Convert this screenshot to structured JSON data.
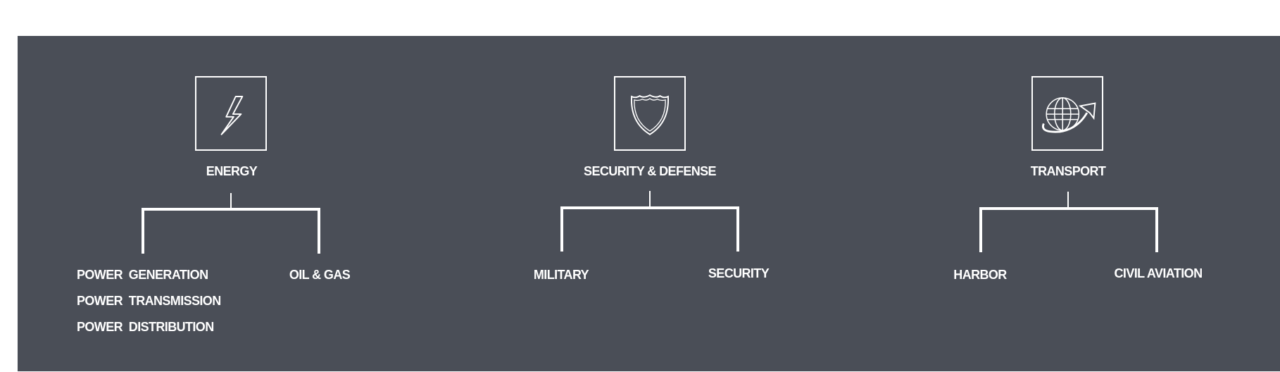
{
  "colors": {
    "panel": "#4a4e57",
    "foreground": "#ffffff"
  },
  "categories": [
    {
      "title": "ENERGY",
      "icon": "lightning-bolt-icon",
      "children": [
        {
          "label": "POWER  GENERATION"
        },
        {
          "label": "POWER  TRANSMISSION"
        },
        {
          "label": "POWER  DISTRIBUTION"
        },
        {
          "label": "OIL & GAS"
        }
      ]
    },
    {
      "title": "SECURITY & DEFENSE",
      "icon": "shield-icon",
      "children": [
        {
          "label": "MILITARY"
        },
        {
          "label": "SECURITY"
        }
      ]
    },
    {
      "title": "TRANSPORT",
      "icon": "globe-arrow-icon",
      "children": [
        {
          "label": "HARBOR"
        },
        {
          "label": "CIVIL AVIATION"
        }
      ]
    }
  ]
}
